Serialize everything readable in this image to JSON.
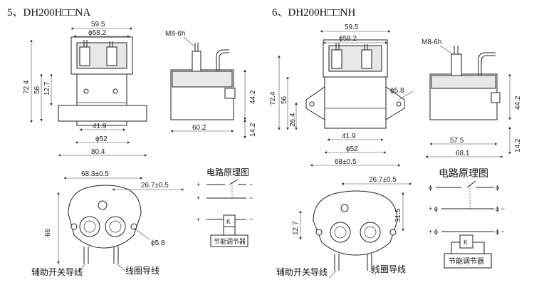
{
  "titles": {
    "left": "5、DH200H□□NA",
    "right": "6、DH200H□□NH"
  },
  "left": {
    "front": {
      "w_top": "59.5",
      "d_top": "ϕ58.2",
      "h_total": "72.4",
      "h_body": "56",
      "h_inner": "12.7",
      "w_base": "41.9",
      "d_base": "ϕ52",
      "w_bottom": "80.4"
    },
    "side": {
      "thread": "M8-6h",
      "h_side": "44.2",
      "w_side": "60.2",
      "h_base": "14.2"
    },
    "top": {
      "w": "68.3±0.5",
      "w2": "26.7±0.5",
      "h": "66",
      "hole": "ϕ5.8",
      "aux_label": "辅助开关导线",
      "coil_label": "线圈导线"
    },
    "circuit": {
      "title": "电路原理图",
      "box": "节能调节器",
      "k": "K"
    }
  },
  "right": {
    "front": {
      "w_top": "59.5",
      "d_top": "ϕ58.2",
      "h_total": "72.4",
      "h_body": "56",
      "h_inner": "26.4",
      "hole": "ϕ5.8",
      "w_base": "41.9",
      "d_base": "ϕ52",
      "w_bottom": "68±0.5"
    },
    "side": {
      "thread": "M8-6h",
      "h_side": "44.2",
      "w_side": "57.5",
      "w_bottom": "68.1",
      "h_base": "14.2"
    },
    "top": {
      "w2": "26.7±0.5",
      "h": "31.5",
      "h2": "12.7",
      "aux_label": "辅助开关导线",
      "coil_label": "线圈导线"
    },
    "circuit": {
      "title": "电路原理图",
      "box": "节能调节器",
      "k": "K"
    }
  }
}
